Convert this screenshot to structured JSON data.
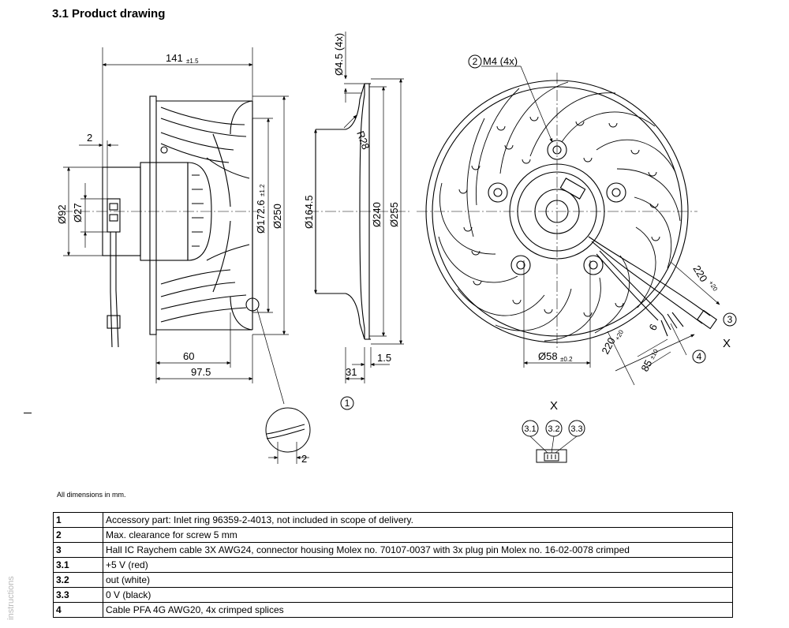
{
  "page": {
    "title": "3.1 Product drawing",
    "note": "All dimensions in mm.",
    "side_text": "instructions"
  },
  "dimensions": {
    "d141": "141",
    "d141_tol": "±1.5",
    "d2_top": "2",
    "d92": "Ø92",
    "d27": "Ø27",
    "d172": "Ø172.6",
    "d172_tol": "±1.2",
    "d250": "Ø250",
    "d60": "60",
    "d97": "97.5",
    "d45": "Ø4.5 (4x)",
    "r28": "R28",
    "d164": "Ø164.5",
    "d240": "Ø240",
    "d255": "Ø255",
    "d31": "31",
    "d15": "1.5",
    "m4": "M4 (4x)",
    "d58": "Ø58",
    "d58_tol": "±0.2",
    "d220a": "220",
    "d220b": "220",
    "d220_tol": "+20",
    "d6": "6",
    "d85": "85",
    "d85_tol": "±10",
    "d2_detail": "2",
    "x_label": "X",
    "x_view_label": "X"
  },
  "callouts": {
    "c1": "1",
    "c2": "2",
    "c3": "3",
    "c4": "4",
    "c31": "3.1",
    "c32": "3.2",
    "c33": "3.3"
  },
  "legend": [
    {
      "key": "1",
      "text": "Accessory part: Inlet ring 96359-2-4013, not included in scope of delivery."
    },
    {
      "key": "2",
      "text": "Max. clearance for screw 5 mm"
    },
    {
      "key": "3",
      "text": "Hall IC Raychem cable 3X AWG24, connector housing Molex no. 70107-0037 with 3x plug pin Molex no. 16-02-0078 crimped"
    },
    {
      "key": "3.1",
      "text": "+5 V (red)"
    },
    {
      "key": "3.2",
      "text": "out (white)"
    },
    {
      "key": "3.3",
      "text": "0 V (black)"
    },
    {
      "key": "4",
      "text": "Cable PFA 4G AWG20, 4x crimped splices"
    }
  ]
}
